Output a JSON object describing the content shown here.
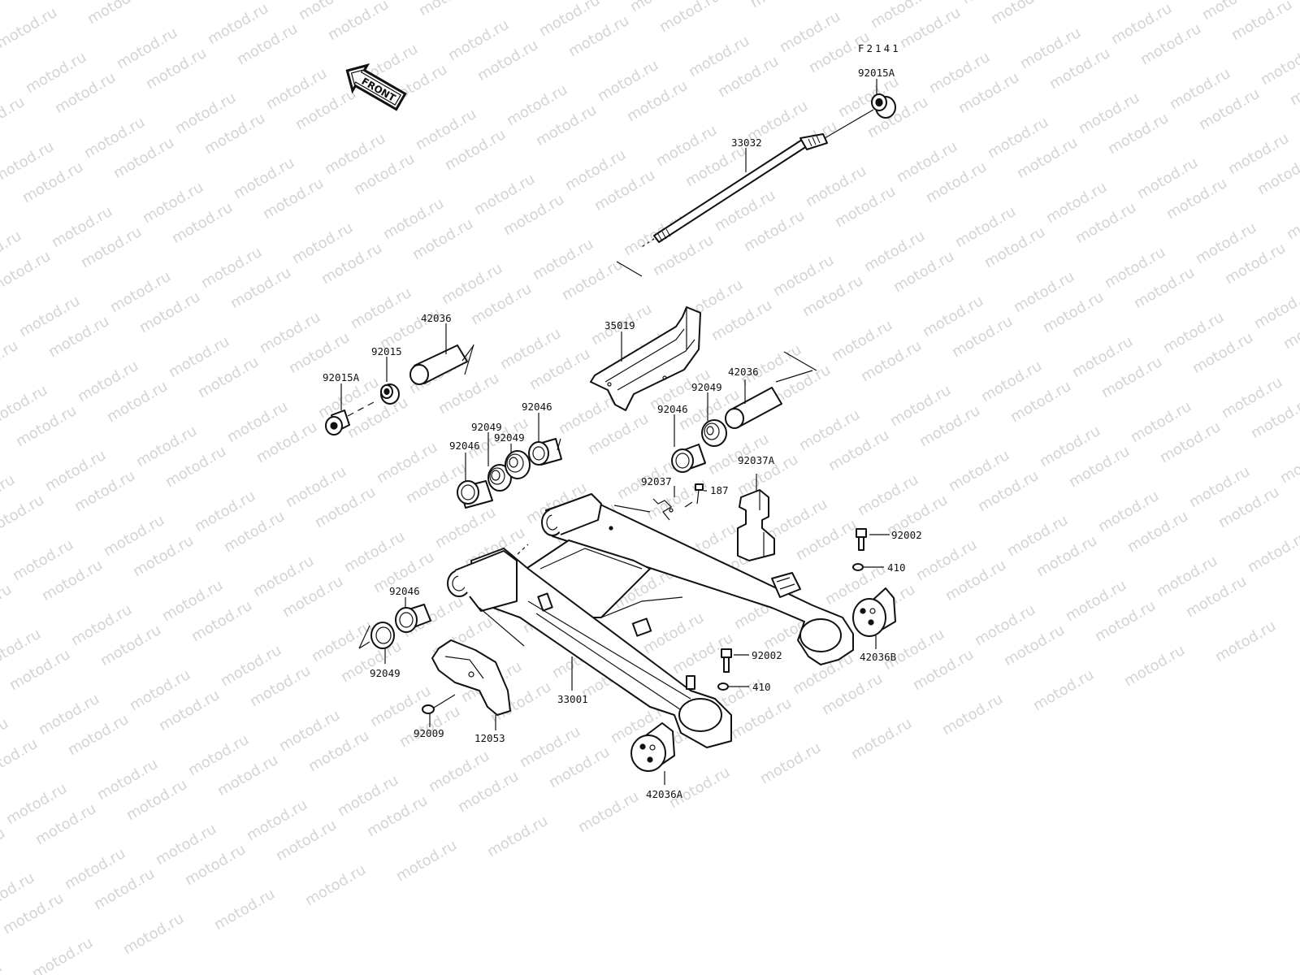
{
  "figure_code": "F2141",
  "front_label": "FRONT",
  "watermark_text": "motod.ru",
  "callouts": {
    "c92015A_top": "92015A",
    "c33032": "33032",
    "c42036_left": "42036",
    "c92015_left": "92015",
    "c92015A_left": "92015A",
    "c35019": "35019",
    "c42036_right": "42036",
    "c92049_right": "92049",
    "c92046_right": "92046",
    "c92046_top": "92046",
    "c92049_a": "92049",
    "c92049_b": "92049",
    "c92046_left": "92046",
    "c92037": "92037",
    "c187": "187",
    "c92037A": "92037A",
    "c92002_right": "92002",
    "c410_right": "410",
    "c92046_low": "92046",
    "c92049_low": "92049",
    "c42036B": "42036B",
    "c92002_mid": "92002",
    "c410_mid": "410",
    "c33001": "33001",
    "c92009": "92009",
    "c12053": "12053",
    "c42036A": "42036A"
  }
}
